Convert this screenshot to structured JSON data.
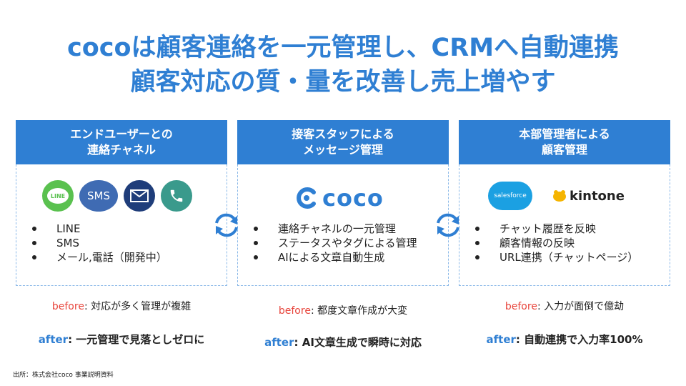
{
  "title": {
    "line1": "cocoは顧客連絡を一元管理し、CRMへ自動連携",
    "line2": "顧客対応の質・量を改善し売上増やす"
  },
  "columns": [
    {
      "header": [
        "エンドユーザーとの",
        "連絡チャネル"
      ],
      "icons": [
        "line-icon",
        "sms-icon",
        "mail-icon",
        "phone-icon"
      ],
      "icon_labels": {
        "line": "LINE",
        "sms": "SMS"
      },
      "bullets": [
        "LINE",
        "SMS",
        "メール,電話（開発中）"
      ],
      "before_key": "before",
      "before_text": ": 対応が多く管理が複雑",
      "after_key": "after",
      "after_text": ": 一元管理で見落としゼロに"
    },
    {
      "header": [
        "接客スタッフによる",
        "メッセージ管理"
      ],
      "logo": "coco",
      "bullets": [
        "連絡チャネルの一元管理",
        "ステータスやタグによる管理",
        "AIによる文章自動生成"
      ],
      "before_key": "before",
      "before_text": ": 都度文章作成が大変",
      "after_key": "after",
      "after_text": ": AI文章生成で瞬時に対応"
    },
    {
      "header": [
        "本部管理者による",
        "顧客管理"
      ],
      "logos": {
        "salesforce": "salesforce",
        "kintone": "kintone"
      },
      "bullets": [
        "チャット履歴を反映",
        "顧客情報の反映",
        "URL連携（チャットページ）"
      ],
      "before_key": "before",
      "before_text": ": 入力が面倒で億劫",
      "after_key": "after",
      "after_text": ": 自動連携で入力率100%"
    }
  ],
  "source": "出所：株式会社coco 事業説明資料",
  "colors": {
    "brand": "#2f7fd3",
    "before": "#e8453c",
    "after": "#2f7fd3"
  }
}
